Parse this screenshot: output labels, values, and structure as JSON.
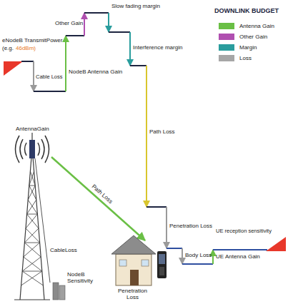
{
  "diagram": {
    "title": "DOWNLINK BUDGET",
    "labels": [
      "eNodeB TransmitPower",
      "(e.g.",
      "46dBm)",
      "Cable Loss",
      "NodeB Antenna Gain",
      "Other Gain",
      "Slow fading margin",
      "Interference margin",
      "Path Loss",
      "Penetration Loss",
      "Body Loss",
      "UE Antenna Gain",
      "UE reception sensitivity",
      "AntennaGain",
      "Path Loss",
      "CableLoss",
      "NodeB Sensitivity",
      "Penetration Loss"
    ],
    "legend": [
      {
        "text": "Antenna Gain",
        "color": "#6abf45"
      },
      {
        "text": "Other Gain",
        "color": "#b04fb0"
      },
      {
        "text": "Margin",
        "color": "#2a9d9d"
      },
      {
        "text": "Loss",
        "color": "#a6a6a6"
      }
    ]
  }
}
